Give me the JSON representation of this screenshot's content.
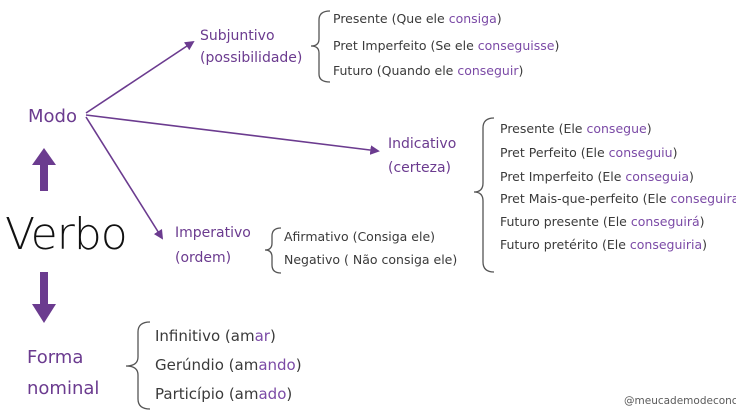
{
  "central": "Verbo",
  "modo": "Modo",
  "forma_nominal": [
    "Forma",
    "nominal"
  ],
  "subjuntivo": {
    "title": "Subjuntivo",
    "subtitle": "(possibilidade)",
    "items": [
      {
        "text": "Presente (Que ele ",
        "highlight": "consiga",
        "tail": ")"
      },
      {
        "text": "Pret Imperfeito (Se ele ",
        "highlight": "conseguisse",
        "tail": ")"
      },
      {
        "text": "Futuro (Quando ele ",
        "highlight": "conseguir",
        "tail": ")"
      }
    ]
  },
  "indicativo": {
    "title": "Indicativo",
    "subtitle": "(certeza)",
    "items": [
      {
        "text": "Presente (Ele ",
        "highlight": "consegue",
        "tail": ")"
      },
      {
        "text": "Pret Perfeito (Ele ",
        "highlight": "conseguiu",
        "tail": ")"
      },
      {
        "text": "Pret Imperfeito (Ele ",
        "highlight": "conseguia",
        "tail": ")"
      },
      {
        "text": "Pret Mais-que-perfeito (Ele ",
        "highlight": "conseguira",
        "tail": ")"
      },
      {
        "text": "Futuro presente (Ele ",
        "highlight": "conseguirá",
        "tail": ")"
      },
      {
        "text": "Futuro pretérito (Ele ",
        "highlight": "conseguiria",
        "tail": ")"
      }
    ]
  },
  "imperativo": {
    "title": "Imperativo",
    "subtitle": "(ordem)",
    "items": [
      {
        "text": "Afirmativo (Consiga ele)",
        "highlight": "",
        "tail": ""
      },
      {
        "text": "Negativo ( Não consiga ele)",
        "highlight": "",
        "tail": ""
      }
    ]
  },
  "formas": {
    "items": [
      {
        "text": "Infinitivo  (am",
        "highlight": "ar",
        "tail": ")"
      },
      {
        "text": "Gerúndio (am",
        "highlight": "ando",
        "tail": ")"
      },
      {
        "text": "Particípio (am",
        "highlight": "ado",
        "tail": ")"
      }
    ]
  },
  "watermark": "@meucademodeconcurso",
  "colors": {
    "purple": "#6b3b8f",
    "accent": "#7b4aa6",
    "text": "#3a3a3a"
  }
}
